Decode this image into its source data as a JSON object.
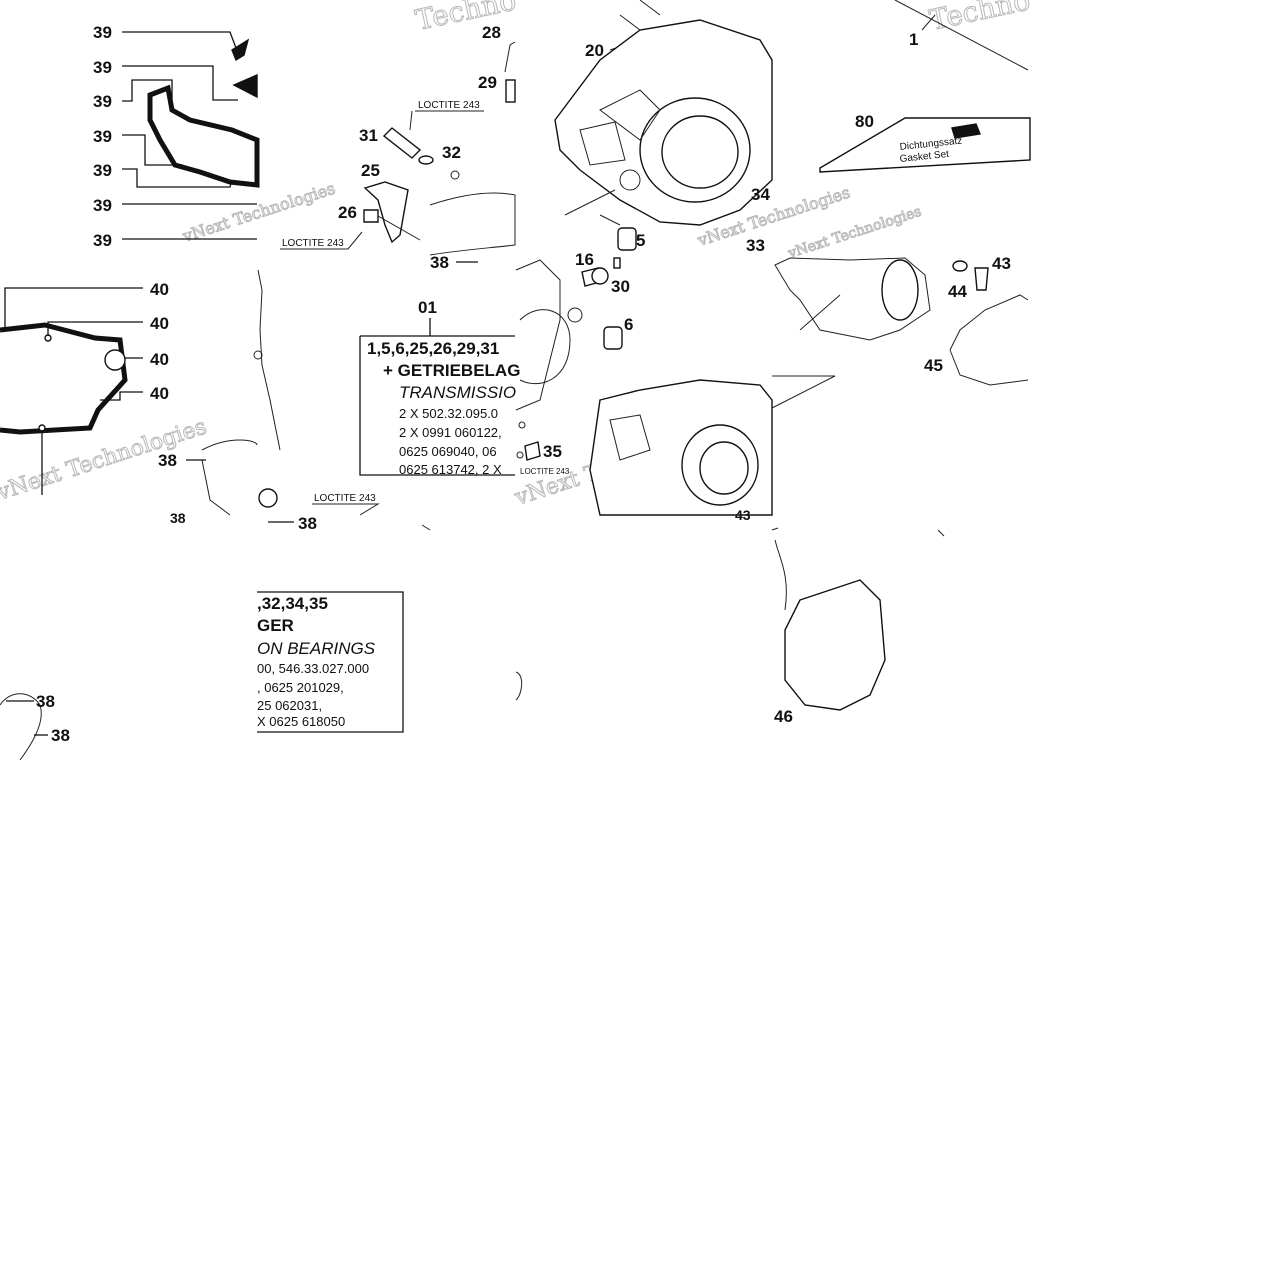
{
  "watermarks": [
    "Techno",
    "Techno",
    "vNext Technologies",
    "vNext Technologies",
    "vNext Technologies",
    "vNext Technologies",
    "vNext Technologies"
  ],
  "callouts": {
    "c39": "39",
    "c40": "40",
    "c38": "38",
    "c28": "28",
    "c29": "29",
    "c31": "31",
    "c32": "32",
    "c25": "25",
    "c26": "26",
    "c20": "20",
    "c5": "5",
    "c34": "34",
    "c33": "33",
    "c1": "1",
    "c80": "80",
    "c16": "16",
    "c30": "30",
    "c6": "6",
    "c35": "35",
    "c43": "43",
    "c44": "44",
    "c45": "45",
    "c46": "46",
    "c01": "01"
  },
  "loctite": "LOCTITE 243",
  "kit_box": {
    "line1_left": "1,5,6,25,26,29,31",
    "line1_right": ",32,34,35",
    "line2_left": "+ GETRIEBELAG",
    "line2_right": "GER",
    "line3_left": "TRANSMISSIO",
    "line3_right": "ON BEARINGS",
    "line4_left": "2 X 502.32.095.0",
    "line4_right": "00, 546.33.027.000",
    "line5_left": "2 X 0991 060122,",
    "line5_right": ", 0625 201029,",
    "line6_left": "0625 069040, 06",
    "line6_right": "25 062031,",
    "line7_left": "0625 613742, 2 X",
    "line7_right": "X 0625 618050"
  },
  "gasket_set_label_1": "Dichtungssatz",
  "gasket_set_label_2": "Gasket Set"
}
